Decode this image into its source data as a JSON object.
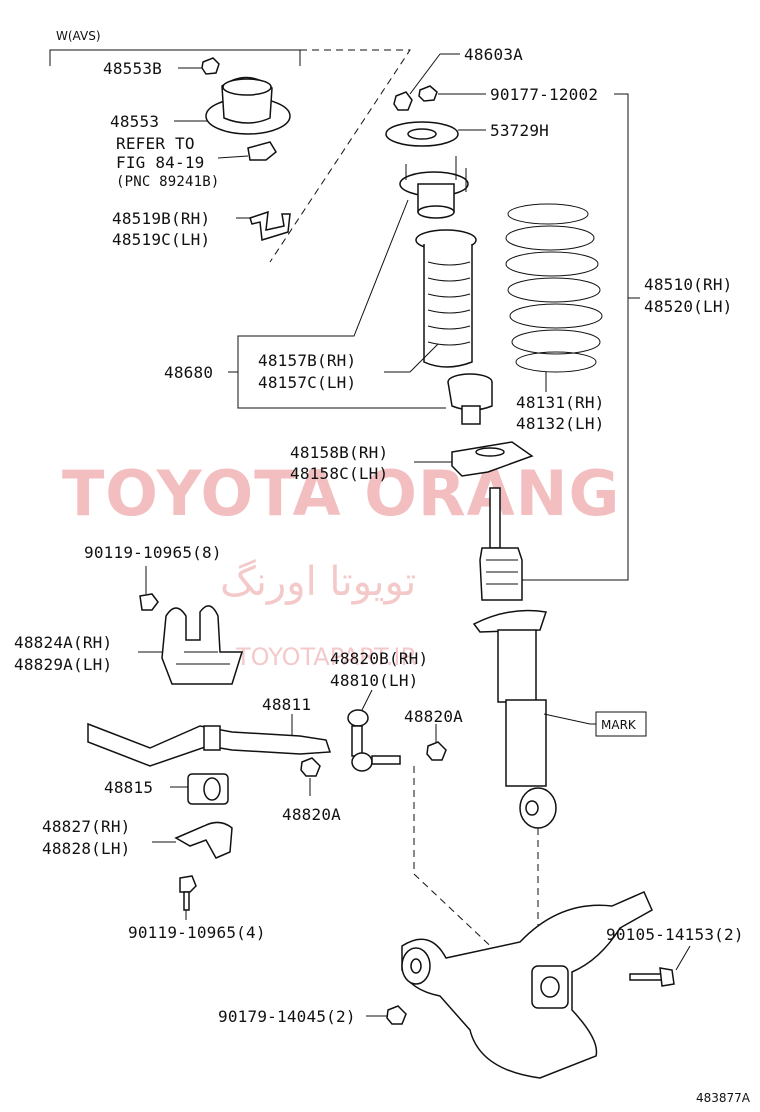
{
  "labels": {
    "avs": "W(AVS)",
    "p48553b": "48553B",
    "p48553": "48553",
    "refer1": "REFER TO",
    "refer2": "FIG 84-19",
    "refer3": "(PNC 89241B)",
    "p48519b": "48519B(RH)",
    "p48519c": "48519C(LH)",
    "p48603a": "48603A",
    "p90177": "90177-12002",
    "p53729h": "53729H",
    "p48510": "48510(RH)",
    "p48520": "48520(LH)",
    "p48680": "48680",
    "p48157b": "48157B(RH)",
    "p48157c": "48157C(LH)",
    "p48131": "48131(RH)",
    "p48132": "48132(LH)",
    "p48158b": "48158B(RH)",
    "p48158c": "48158C(LH)",
    "p90119_8": "90119-10965(8)",
    "p48824a": "48824A(RH)",
    "p48829a": "48829A(LH)",
    "p48820b": "48820B(RH)",
    "p48810": "48810(LH)",
    "p48811": "48811",
    "p48820a_top": "48820A",
    "p48815": "48815",
    "p48820a_bot": "48820A",
    "p48827": "48827(RH)",
    "p48828": "48828(LH)",
    "p90119_4": "90119-10965(4)",
    "p90105": "90105-14153(2)",
    "p90179": "90179-14045(2)",
    "mark": "MARK",
    "figure_no": "483877A"
  },
  "watermark": {
    "main": "TOYOTA ORANG",
    "persian": "تویوتا اورنگ",
    "url": "TOYOTAPART.IR",
    "color": "#e88a8c"
  }
}
